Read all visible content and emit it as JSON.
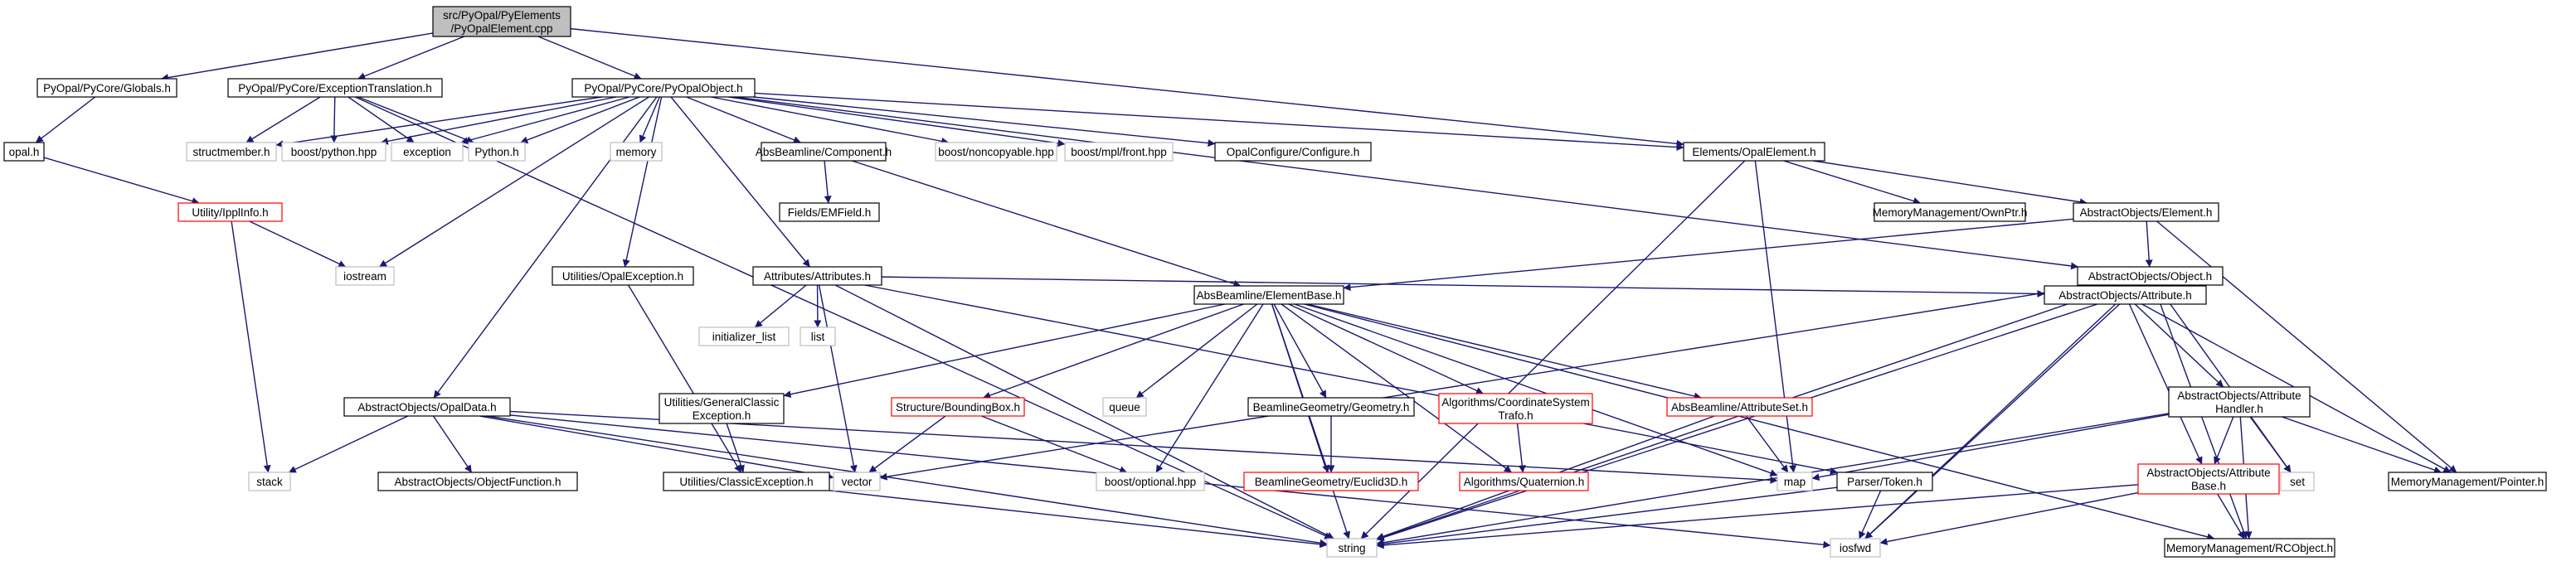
{
  "diagram": {
    "colors": {
      "edge": "#191970",
      "node_border_black": "#000000",
      "node_border_red": "#ff0000",
      "node_border_grey": "#bfbfbf",
      "root_fill": "#bfbfbf"
    },
    "nodes": [
      {
        "id": "root",
        "lines": [
          "src/PyOpal/PyElements",
          "/PyOpalElement.cpp"
        ],
        "style": "root"
      },
      {
        "id": "globals",
        "lines": [
          "PyOpal/PyCore/Globals.h"
        ],
        "style": "black"
      },
      {
        "id": "exctrans",
        "lines": [
          "PyOpal/PyCore/ExceptionTranslation.h"
        ],
        "style": "black"
      },
      {
        "id": "pyopalobj",
        "lines": [
          "PyOpal/PyCore/PyOpalObject.h"
        ],
        "style": "black"
      },
      {
        "id": "opalelem",
        "lines": [
          "Elements/OpalElement.h"
        ],
        "style": "black"
      },
      {
        "id": "opalh",
        "lines": [
          "opal.h"
        ],
        "style": "black"
      },
      {
        "id": "ipplinfo",
        "lines": [
          "Utility/IpplInfo.h"
        ],
        "style": "red"
      },
      {
        "id": "structmember",
        "lines": [
          "structmember.h"
        ],
        "style": "grey"
      },
      {
        "id": "boostpython",
        "lines": [
          "boost/python.hpp"
        ],
        "style": "grey"
      },
      {
        "id": "exception",
        "lines": [
          "exception"
        ],
        "style": "grey"
      },
      {
        "id": "pythonh",
        "lines": [
          "Python.h"
        ],
        "style": "grey"
      },
      {
        "id": "memory",
        "lines": [
          "memory"
        ],
        "style": "grey"
      },
      {
        "id": "component",
        "lines": [
          "AbsBeamline/Component.h"
        ],
        "style": "black"
      },
      {
        "id": "noncopyable",
        "lines": [
          "boost/noncopyable.hpp"
        ],
        "style": "grey"
      },
      {
        "id": "mplfront",
        "lines": [
          "boost/mpl/front.hpp"
        ],
        "style": "grey"
      },
      {
        "id": "configure",
        "lines": [
          "OpalConfigure/Configure.h"
        ],
        "style": "black"
      },
      {
        "id": "ownptr",
        "lines": [
          "MemoryManagement/OwnPtr.h"
        ],
        "style": "black"
      },
      {
        "id": "element",
        "lines": [
          "AbstractObjects/Element.h"
        ],
        "style": "black"
      },
      {
        "id": "emfield",
        "lines": [
          "Fields/EMField.h"
        ],
        "style": "black"
      },
      {
        "id": "iostream",
        "lines": [
          "iostream"
        ],
        "style": "grey"
      },
      {
        "id": "opalexc",
        "lines": [
          "Utilities/OpalException.h"
        ],
        "style": "black"
      },
      {
        "id": "attributes",
        "lines": [
          "Attributes/Attributes.h"
        ],
        "style": "black"
      },
      {
        "id": "object",
        "lines": [
          "AbstractObjects/Object.h"
        ],
        "style": "black"
      },
      {
        "id": "initlist",
        "lines": [
          "initializer_list"
        ],
        "style": "grey"
      },
      {
        "id": "list",
        "lines": [
          "list"
        ],
        "style": "grey"
      },
      {
        "id": "elembase",
        "lines": [
          "AbsBeamline/ElementBase.h"
        ],
        "style": "black"
      },
      {
        "id": "attribute",
        "lines": [
          "AbstractObjects/Attribute.h"
        ],
        "style": "black"
      },
      {
        "id": "opaldata",
        "lines": [
          "AbstractObjects/OpalData.h"
        ],
        "style": "black"
      },
      {
        "id": "genclassic",
        "lines": [
          "Utilities/GeneralClassic",
          "Exception.h"
        ],
        "style": "black"
      },
      {
        "id": "bbox",
        "lines": [
          "Structure/BoundingBox.h"
        ],
        "style": "red"
      },
      {
        "id": "queue",
        "lines": [
          "queue"
        ],
        "style": "grey"
      },
      {
        "id": "geometry",
        "lines": [
          "BeamlineGeometry/Geometry.h"
        ],
        "style": "black"
      },
      {
        "id": "coordtrafo",
        "lines": [
          "Algorithms/CoordinateSystem",
          "Trafo.h"
        ],
        "style": "red"
      },
      {
        "id": "attrset",
        "lines": [
          "AbsBeamline/AttributeSet.h"
        ],
        "style": "red"
      },
      {
        "id": "attrhandler",
        "lines": [
          "AbstractObjects/Attribute",
          "Handler.h"
        ],
        "style": "black"
      },
      {
        "id": "stack",
        "lines": [
          "stack"
        ],
        "style": "grey"
      },
      {
        "id": "objfunc",
        "lines": [
          "AbstractObjects/ObjectFunction.h"
        ],
        "style": "black"
      },
      {
        "id": "vector",
        "lines": [
          "vector"
        ],
        "style": "grey"
      },
      {
        "id": "optional",
        "lines": [
          "boost/optional.hpp"
        ],
        "style": "grey"
      },
      {
        "id": "euclid",
        "lines": [
          "BeamlineGeometry/Euclid3D.h"
        ],
        "style": "red"
      },
      {
        "id": "quaternion",
        "lines": [
          "Algorithms/Quaternion.h"
        ],
        "style": "red"
      },
      {
        "id": "map",
        "lines": [
          "map"
        ],
        "style": "grey"
      },
      {
        "id": "classicexc",
        "lines": [
          "Utilities/ClassicException.h"
        ],
        "style": "black"
      },
      {
        "id": "tokenh",
        "lines": [
          "Parser/Token.h"
        ],
        "style": "black"
      },
      {
        "id": "attrbase",
        "lines": [
          "AbstractObjects/Attribute",
          "Base.h"
        ],
        "style": "red"
      },
      {
        "id": "set",
        "lines": [
          "set"
        ],
        "style": "grey"
      },
      {
        "id": "pointer",
        "lines": [
          "MemoryManagement/Pointer.h"
        ],
        "style": "black"
      },
      {
        "id": "string",
        "lines": [
          "string"
        ],
        "style": "grey"
      },
      {
        "id": "iosfwd",
        "lines": [
          "iosfwd"
        ],
        "style": "grey"
      },
      {
        "id": "rcobject",
        "lines": [
          "MemoryManagement/RCObject.h"
        ],
        "style": "black"
      }
    ],
    "edges": [
      [
        "root",
        "globals"
      ],
      [
        "root",
        "exctrans"
      ],
      [
        "root",
        "pyopalobj"
      ],
      [
        "root",
        "opalelem"
      ],
      [
        "globals",
        "opalh"
      ],
      [
        "opalh",
        "ipplinfo"
      ],
      [
        "ipplinfo",
        "iostream"
      ],
      [
        "ipplinfo",
        "stack"
      ],
      [
        "exctrans",
        "structmember"
      ],
      [
        "exctrans",
        "boostpython"
      ],
      [
        "exctrans",
        "exception"
      ],
      [
        "exctrans",
        "pythonh"
      ],
      [
        "exctrans",
        "string"
      ],
      [
        "pyopalobj",
        "structmember"
      ],
      [
        "pyopalobj",
        "boostpython"
      ],
      [
        "pyopalobj",
        "exception"
      ],
      [
        "pyopalobj",
        "pythonh"
      ],
      [
        "pyopalobj",
        "memory"
      ],
      [
        "pyopalobj",
        "component"
      ],
      [
        "pyopalobj",
        "noncopyable"
      ],
      [
        "pyopalobj",
        "mplfront"
      ],
      [
        "pyopalobj",
        "configure"
      ],
      [
        "pyopalobj",
        "opalelem"
      ],
      [
        "pyopalobj",
        "iostream"
      ],
      [
        "pyopalobj",
        "opalexc"
      ],
      [
        "pyopalobj",
        "attributes"
      ],
      [
        "pyopalobj",
        "object"
      ],
      [
        "pyopalobj",
        "opaldata"
      ],
      [
        "component",
        "emfield"
      ],
      [
        "component",
        "elembase"
      ],
      [
        "opalelem",
        "ownptr"
      ],
      [
        "opalelem",
        "element"
      ],
      [
        "opalelem",
        "string"
      ],
      [
        "opalelem",
        "map"
      ],
      [
        "element",
        "object"
      ],
      [
        "element",
        "elembase"
      ],
      [
        "element",
        "pointer"
      ],
      [
        "opalexc",
        "classicexc"
      ],
      [
        "attributes",
        "initlist"
      ],
      [
        "attributes",
        "list"
      ],
      [
        "attributes",
        "vector"
      ],
      [
        "attributes",
        "string"
      ],
      [
        "attributes",
        "attribute"
      ],
      [
        "attributes",
        "tokenh"
      ],
      [
        "object",
        "attribute"
      ],
      [
        "object",
        "vector"
      ],
      [
        "object",
        "string"
      ],
      [
        "object",
        "set"
      ],
      [
        "object",
        "iosfwd"
      ],
      [
        "object",
        "rcobject"
      ],
      [
        "elembase",
        "genclassic"
      ],
      [
        "elembase",
        "bbox"
      ],
      [
        "elembase",
        "queue"
      ],
      [
        "elembase",
        "geometry"
      ],
      [
        "elembase",
        "coordtrafo"
      ],
      [
        "elembase",
        "attrset"
      ],
      [
        "elembase",
        "euclid"
      ],
      [
        "elembase",
        "quaternion"
      ],
      [
        "elembase",
        "optional"
      ],
      [
        "elembase",
        "string"
      ],
      [
        "elembase",
        "map"
      ],
      [
        "elembase",
        "rcobject"
      ],
      [
        "attribute",
        "string"
      ],
      [
        "attribute",
        "iosfwd"
      ],
      [
        "attribute",
        "attrbase"
      ],
      [
        "attribute",
        "attrhandler"
      ],
      [
        "attribute",
        "pointer"
      ],
      [
        "opaldata",
        "stack"
      ],
      [
        "opaldata",
        "objfunc"
      ],
      [
        "opaldata",
        "vector"
      ],
      [
        "opaldata",
        "map"
      ],
      [
        "opaldata",
        "string"
      ],
      [
        "opaldata",
        "iosfwd"
      ],
      [
        "genclassic",
        "classicexc"
      ],
      [
        "bbox",
        "vector"
      ],
      [
        "bbox",
        "optional"
      ],
      [
        "geometry",
        "euclid"
      ],
      [
        "coordtrafo",
        "quaternion"
      ],
      [
        "attrset",
        "map"
      ],
      [
        "attrset",
        "string"
      ],
      [
        "attrhandler",
        "map"
      ],
      [
        "attrhandler",
        "set"
      ],
      [
        "attrhandler",
        "string"
      ],
      [
        "attrhandler",
        "attrbase"
      ],
      [
        "attrhandler",
        "pointer"
      ],
      [
        "attrhandler",
        "rcobject"
      ],
      [
        "classicexc",
        "string"
      ],
      [
        "tokenh",
        "string"
      ],
      [
        "tokenh",
        "iosfwd"
      ],
      [
        "attrbase",
        "string"
      ],
      [
        "attrbase",
        "iosfwd"
      ],
      [
        "attrbase",
        "rcobject"
      ]
    ]
  }
}
